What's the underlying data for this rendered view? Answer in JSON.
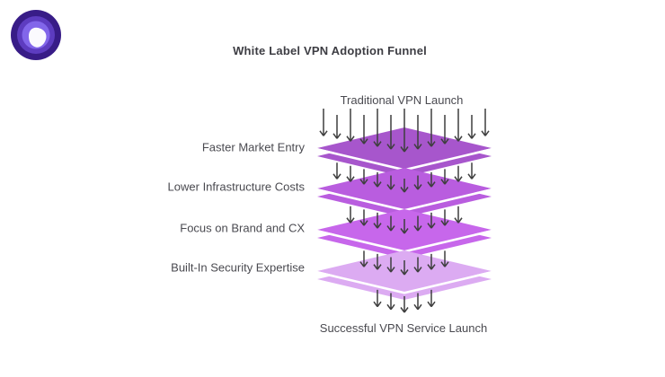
{
  "brand": {
    "logo_name": "vpn-brand-logo",
    "colors": [
      "#381c87",
      "#5d3cc0",
      "#8266ea",
      "#fbfafe"
    ]
  },
  "title": "White Label VPN Adoption Funnel",
  "funnel": {
    "input_label": "Traditional VPN Launch",
    "output_label": "Successful VPN Service Launch",
    "stages": [
      {
        "label": "Faster Market Entry",
        "color": "#a756cc"
      },
      {
        "label": "Lower Infrastructure Costs",
        "color": "#b95ddf"
      },
      {
        "label": "Focus on Brand and CX",
        "color": "#c767eb"
      },
      {
        "label": "Built-In Security Expertise",
        "color": "#dcabf2"
      }
    ],
    "arrow_counts": [
      13,
      11,
      9,
      7,
      5
    ],
    "arrow_color": "#3f3f3f",
    "separator_color": "#ffffff"
  }
}
